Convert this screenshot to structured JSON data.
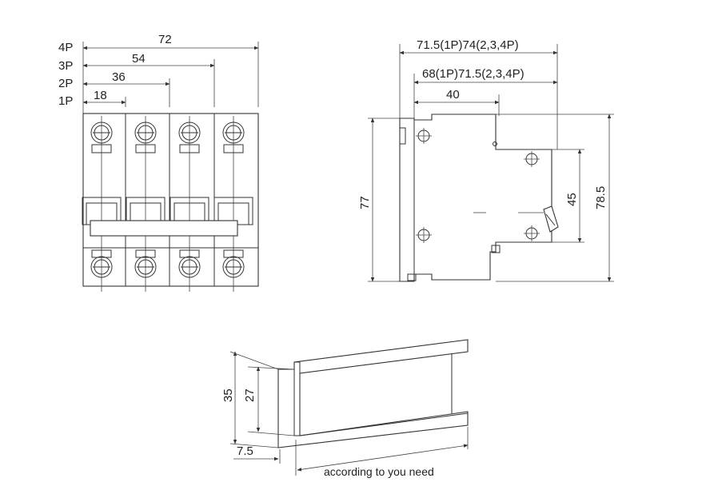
{
  "front_view": {
    "pole_labels": [
      "4P",
      "3P",
      "2P",
      "1P"
    ],
    "widths": [
      "72",
      "54",
      "36",
      "18"
    ]
  },
  "side_view": {
    "depth_top": "71.5(1P)74(2,3,4P)",
    "depth_mid": "68(1P)71.5(2,3,4P)",
    "depth_inner": "40",
    "height_total": "77",
    "height_rail": "45",
    "height_overall": "78.5"
  },
  "rail": {
    "height_outer": "35",
    "height_inner": "27",
    "flange": "7.5",
    "length_note": "according to you need"
  }
}
